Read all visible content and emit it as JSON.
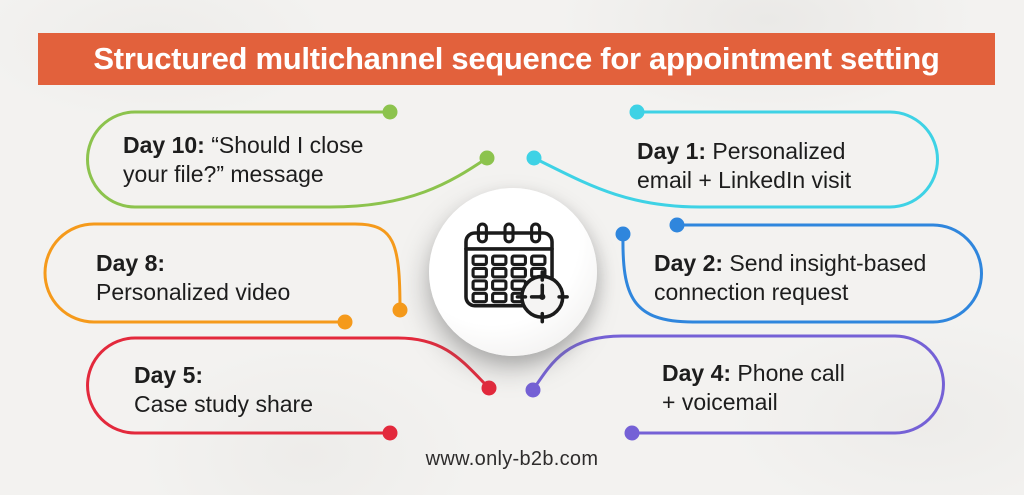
{
  "header": {
    "title": "Structured multichannel sequence for appointment setting",
    "bg_color": "#e2613c",
    "text_color": "#ffffff"
  },
  "center": {
    "icon": "calendar-clock-icon"
  },
  "callouts": [
    {
      "id": "day10",
      "color": "#8cc34d",
      "lines": [
        {
          "b": "Day 10:",
          "t": " “Should I close"
        },
        {
          "b": "",
          "t": "your file?” message"
        }
      ]
    },
    {
      "id": "day1",
      "color": "#3ed2e5",
      "lines": [
        {
          "b": "Day 1:",
          "t": " Personalized"
        },
        {
          "b": "",
          "t": "email + LinkedIn visit"
        }
      ]
    },
    {
      "id": "day8",
      "color": "#f59a1b",
      "lines": [
        {
          "b": "Day 8:",
          "t": ""
        },
        {
          "b": "",
          "t": "Personalized video"
        }
      ]
    },
    {
      "id": "day2",
      "color": "#2f86dd",
      "lines": [
        {
          "b": "Day 2:",
          "t": " Send insight-based"
        },
        {
          "b": "",
          "t": "connection request"
        }
      ]
    },
    {
      "id": "day5",
      "color": "#e3293c",
      "lines": [
        {
          "b": "Day 5:",
          "t": ""
        },
        {
          "b": "",
          "t": "Case study share"
        }
      ]
    },
    {
      "id": "day4",
      "color": "#7561d6",
      "lines": [
        {
          "b": "Day 4:",
          "t": " Phone call"
        },
        {
          "b": "",
          "t": "+ voicemail"
        }
      ]
    }
  ],
  "footer": {
    "website": "www.only-b2b.com"
  }
}
